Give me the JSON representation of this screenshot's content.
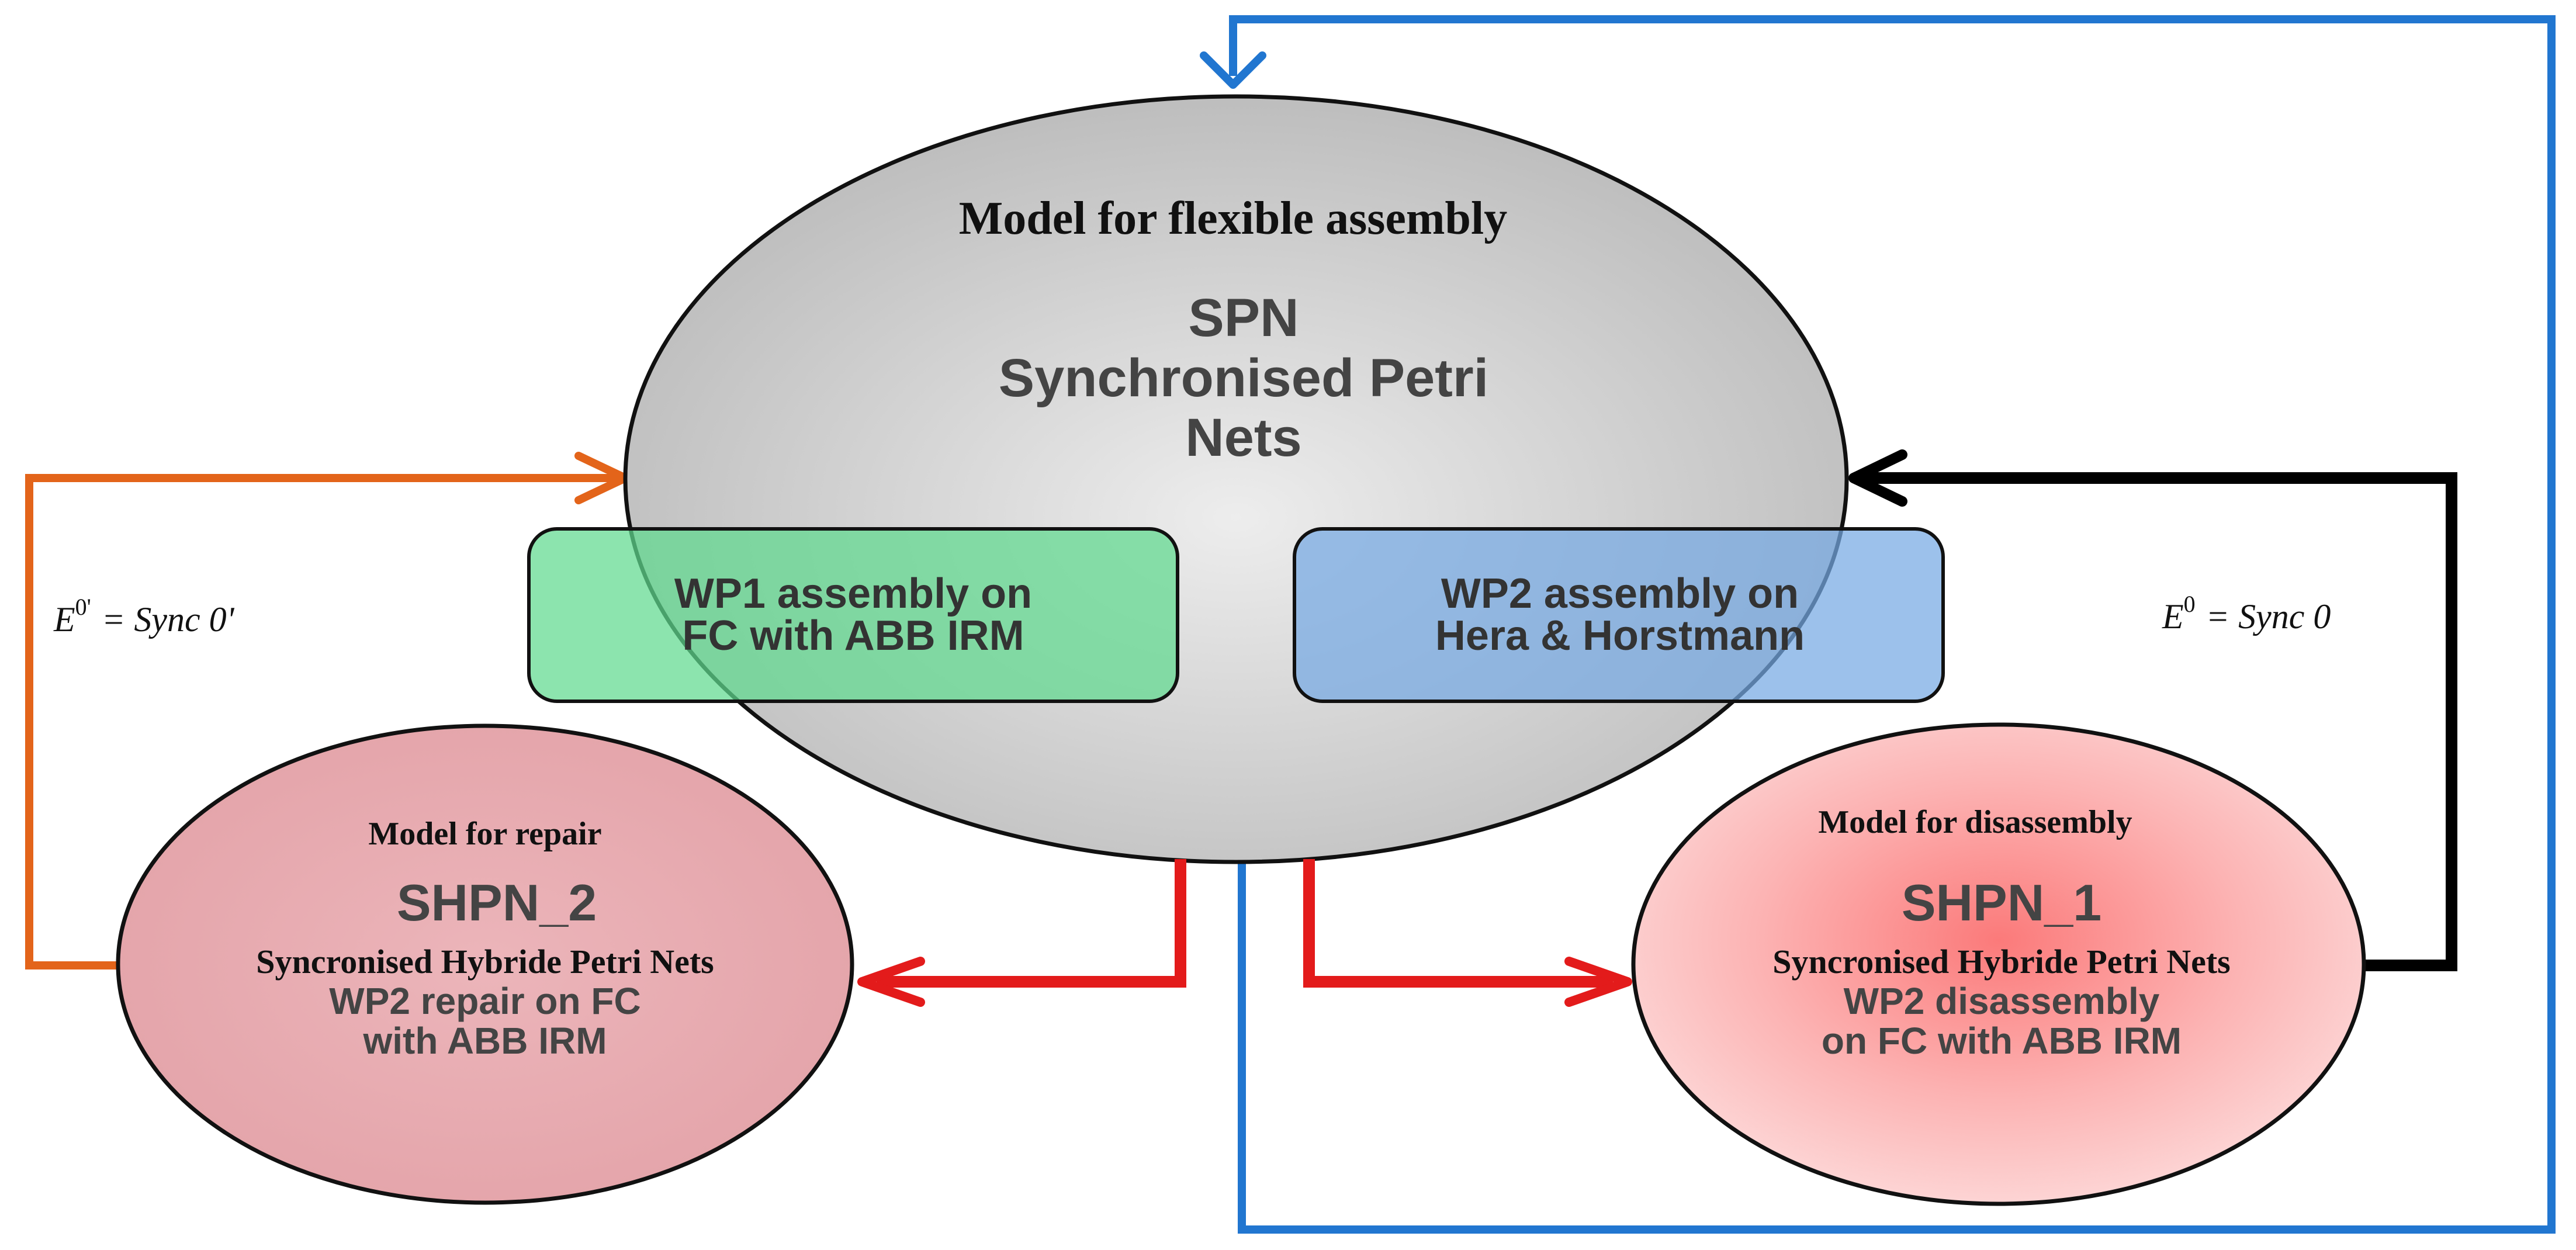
{
  "main_model": {
    "title": "Model for flexible assembly",
    "name": "SPN",
    "subtitle_line1": "Synchronised Petri",
    "subtitle_line2": "Nets"
  },
  "wp1_box": {
    "line1": "WP1 assembly on",
    "line2": "FC with ABB IRM"
  },
  "wp2_box": {
    "line1": "WP2 assembly on",
    "line2": "Hera & Horstmann"
  },
  "repair_model": {
    "title": "Model for repair",
    "name": "SHPN_2",
    "subtitle": "Syncronised Hybride Petri Nets",
    "line1": "WP2 repair on FC",
    "line2": "with ABB IRM"
  },
  "disassembly_model": {
    "title": "Model for disassembly",
    "name": "SHPN_1",
    "subtitle": "Syncronised Hybride Petri Nets",
    "line1": "WP2 disassembly",
    "line2": "on FC with ABB IRM"
  },
  "edge_labels": {
    "left_E": "E",
    "left_sup": "0'",
    "left_rhs": "= Sync 0'",
    "right_E": "E",
    "right_sup": "0",
    "right_rhs": "= Sync 0"
  },
  "colors": {
    "orange_arrow": "#e3641a",
    "black_arrow": "#000000",
    "blue_arrow": "#2176d0",
    "red_arrow": "#e31b1b",
    "spn_fill": "#c8c8c8",
    "wp1_fill": "#7fe0a8",
    "wp2_fill": "#8db8e6",
    "repair_fill": "#e7aab0",
    "disassembly_fill": "#f7a6a6"
  }
}
